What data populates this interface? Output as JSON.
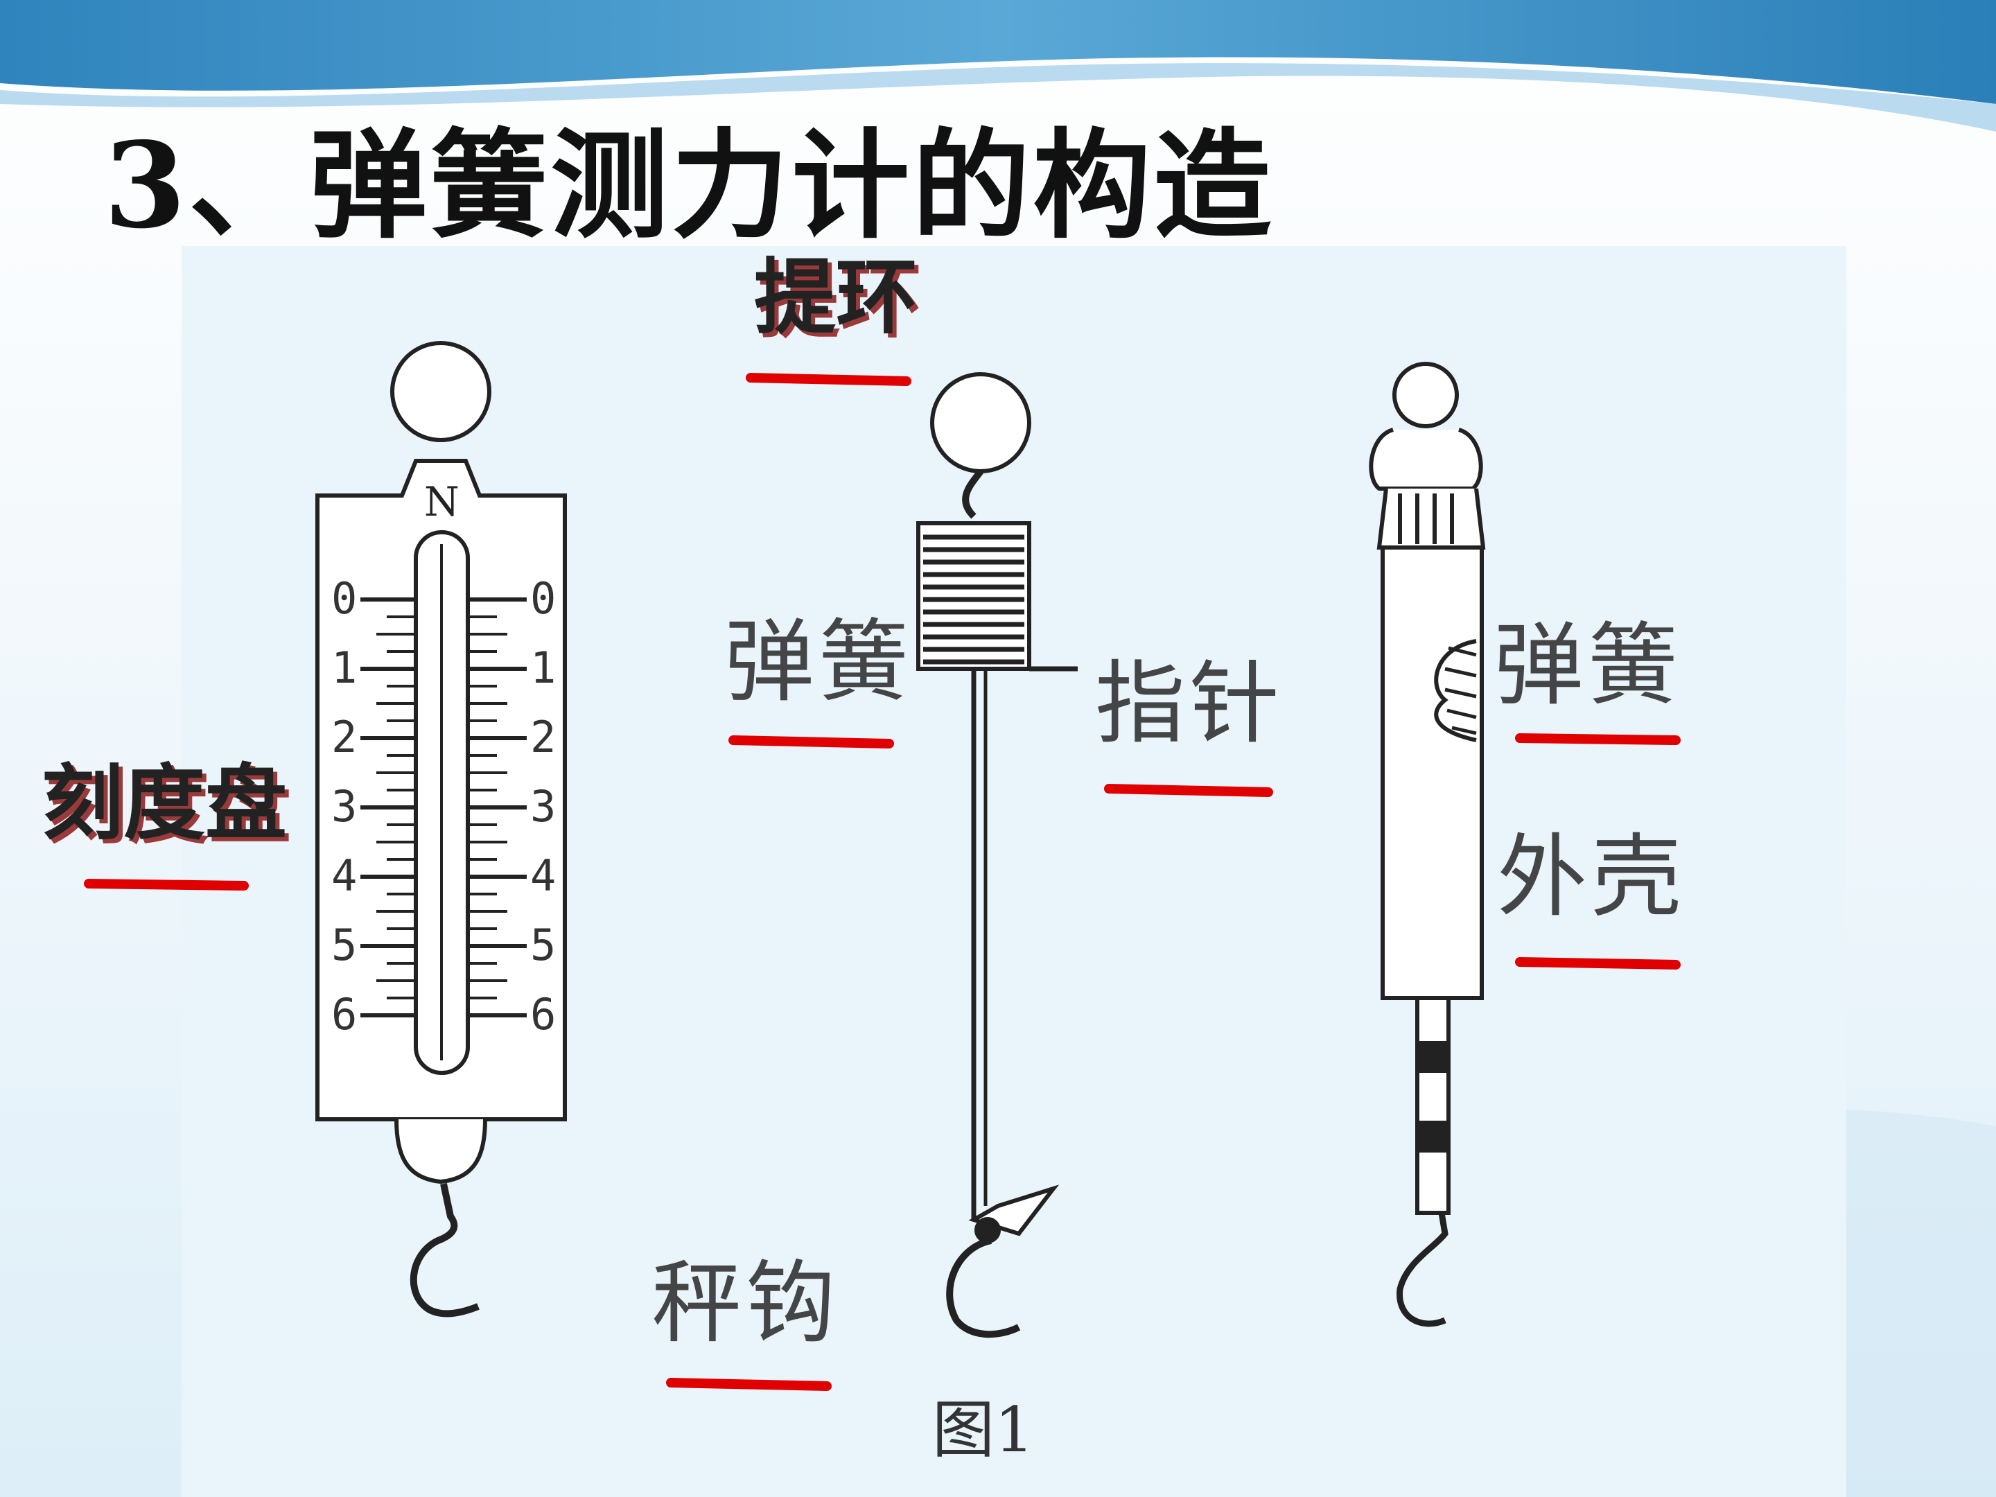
{
  "title": "3、弹簧测力计的构造",
  "labels": {
    "ti_huan": "提环",
    "ke_du_pan": "刻度盘",
    "tan_huang_middle": "弹簧",
    "zhi_zhen": "指针",
    "cheng_gou": "秤钩",
    "tan_huang_right": "弹簧",
    "wai_ke": "外壳"
  },
  "figure_caption": "图1",
  "scale": {
    "unit": "N",
    "ticks": [
      "0",
      "1",
      "2",
      "3",
      "4",
      "5",
      "6"
    ]
  },
  "colors": {
    "underline": "#e00000",
    "header_band": "#3a8fc4",
    "label_shadow": "#9a3a3a"
  }
}
